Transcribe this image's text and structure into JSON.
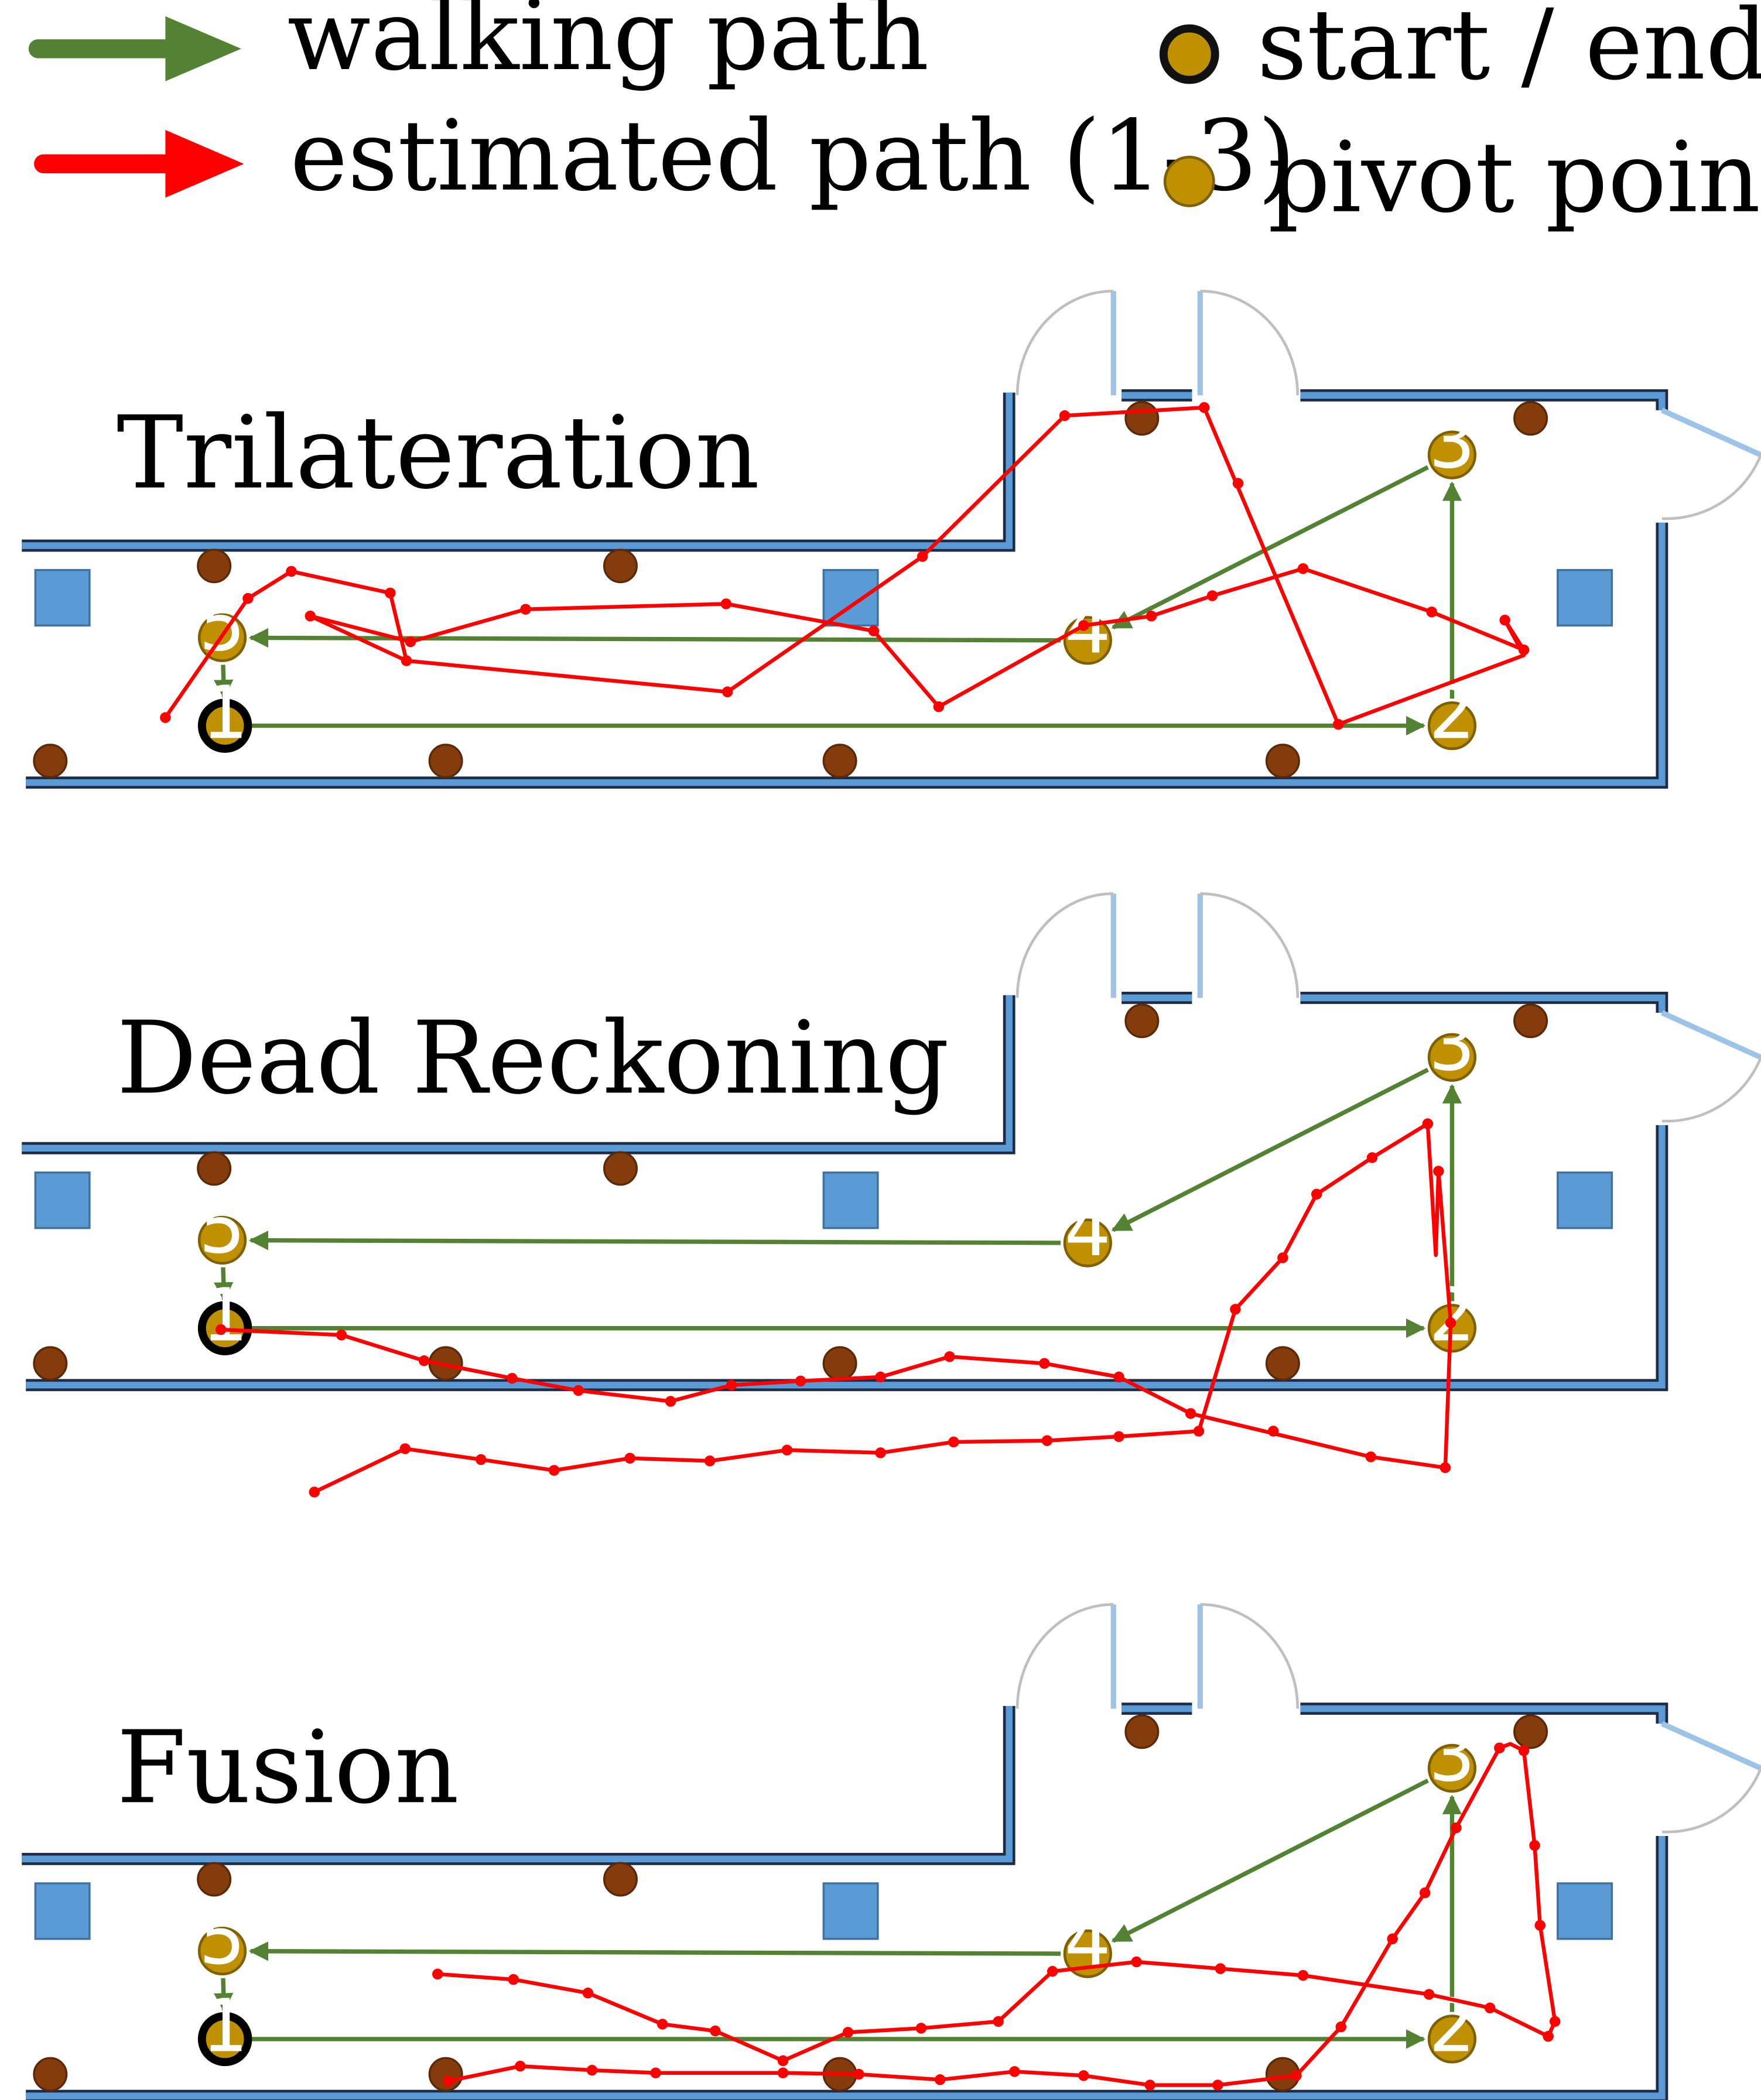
{
  "legend": {
    "walking_path": "walking path",
    "estimated_path": "estimated path (1-3)",
    "start_end_point": "start / end point",
    "pivot_point": "pivot point"
  },
  "panels": [
    {
      "title": "Trilateration"
    },
    {
      "title": "Dead Reckoning"
    },
    {
      "title": "Fusion"
    }
  ],
  "pivots": [
    "1",
    "2",
    "3",
    "4",
    "5"
  ],
  "colors": {
    "walking_path": "#548235",
    "estimated_path": "#ff0000",
    "pivot_fill": "#bf9000",
    "pivot_outline": "#7f6000",
    "start_outline": "#000000",
    "beacon": "#843c0c",
    "column": "#5b9bd5",
    "wall": "#5b9bd5",
    "door": "#bfbfbf"
  }
}
